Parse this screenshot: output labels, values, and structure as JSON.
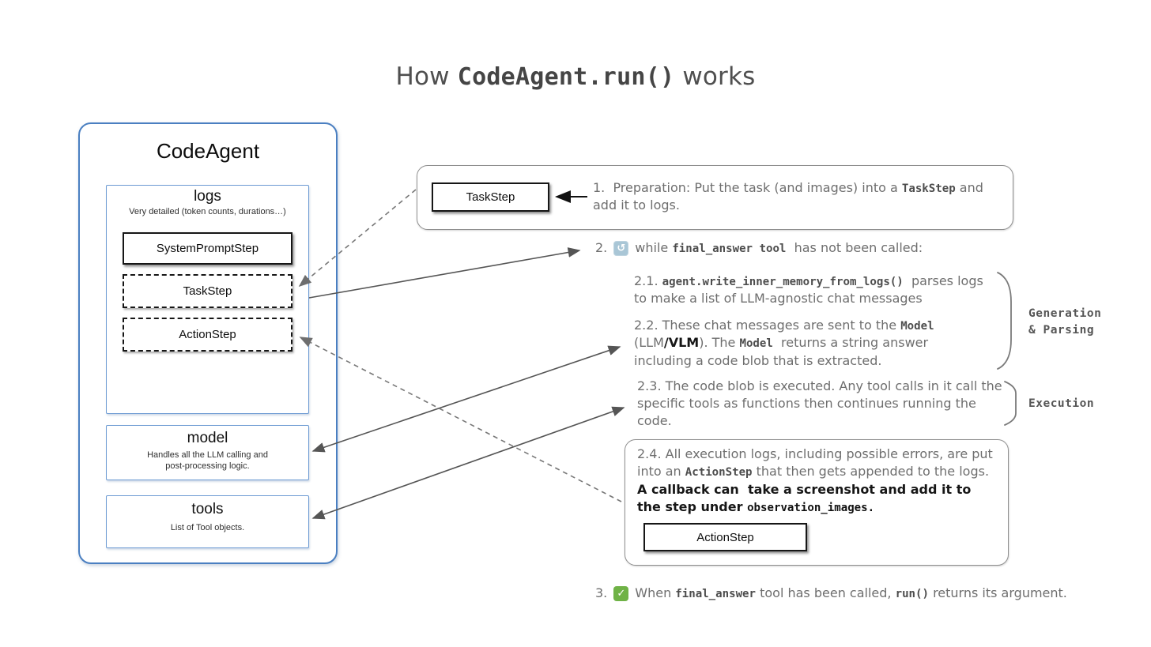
{
  "title": [
    {
      "t": "How ",
      "s": "plain"
    },
    {
      "t": "CodeAgent.run()",
      "s": "code"
    },
    {
      "t": " works",
      "s": "plain"
    }
  ],
  "codeagent": {
    "label": "CodeAgent",
    "logs": {
      "label": "logs",
      "subtitle": "Very detailed (token counts, durations…)",
      "steps": [
        {
          "label": "SystemPromptStep"
        },
        {
          "label": "TaskStep"
        },
        {
          "label": "ActionStep"
        }
      ]
    },
    "model": {
      "label": "model",
      "subtitle": "Handles all the LLM calling and\npost-processing logic."
    },
    "tools": {
      "label": "tools",
      "subtitle": "List of Tool objects."
    }
  },
  "steps": {
    "step1": {
      "chip_label": "TaskStep",
      "text": [
        {
          "t": "1.  Preparation: Put the task (and images) into a ",
          "s": "plain"
        },
        {
          "t": "TaskStep",
          "s": "code"
        },
        {
          "t": " and add it to logs.",
          "s": "plain"
        }
      ]
    },
    "step2": {
      "number": "2.",
      "icon": "loop-refresh",
      "text": [
        {
          "t": "while ",
          "s": "plain"
        },
        {
          "t": "final_answer tool",
          "s": "code"
        },
        {
          "t": "  has not been called:",
          "s": "plain"
        }
      ]
    },
    "step21": [
      {
        "t": "2.1. ",
        "s": "plain"
      },
      {
        "t": "agent.write_inner_memory_from_logs()",
        "s": "code"
      },
      {
        "t": "  parses logs to make a list of LLM-agnostic chat messages",
        "s": "plain"
      }
    ],
    "step22": [
      {
        "t": "2.2. These chat messages are sent to the ",
        "s": "plain"
      },
      {
        "t": "Model",
        "s": "code"
      },
      {
        "t": " (LLM",
        "s": "plain"
      },
      {
        "t": "/VLM",
        "s": "bold"
      },
      {
        "t": "). The ",
        "s": "plain"
      },
      {
        "t": "Model",
        "s": "code"
      },
      {
        "t": "  returns a string answer including a code blob that is extracted.",
        "s": "plain"
      }
    ],
    "step23": [
      {
        "t": "2.3. The code blob is executed. Any tool calls in it call the specific tools as functions then continues running the code.",
        "s": "plain"
      }
    ],
    "step24": {
      "chip_label": "ActionStep",
      "text": [
        {
          "t": "2.4. All execution logs, including possible errors, are put into an ",
          "s": "plain"
        },
        {
          "t": "ActionStep",
          "s": "code"
        },
        {
          "t": " that then gets appended to the logs. ",
          "s": "plain"
        },
        {
          "t": "A callback can  take a screenshot and add it to the step under ",
          "s": "bold"
        },
        {
          "t": "observation_images.",
          "s": "codebold"
        }
      ]
    },
    "step3": {
      "number": "3.",
      "icon": "check-mark",
      "text": [
        {
          "t": "When ",
          "s": "plain"
        },
        {
          "t": "final_answer",
          "s": "code"
        },
        {
          "t": " tool has been called, ",
          "s": "plain"
        },
        {
          "t": "run()",
          "s": "code"
        },
        {
          "t": " returns its argument.",
          "s": "plain"
        }
      ]
    }
  },
  "side_labels": {
    "generation": "Generation\n& Parsing",
    "execution": "Execution"
  },
  "icons": {
    "loop_glyph": "↺",
    "check_glyph": "✓"
  },
  "colors": {
    "outer_blue": "#4a7fc1",
    "inner_blue": "#6d9bd3",
    "loop_icon_bg": "#a9c6d6",
    "check_icon_bg": "#6fb246",
    "body_gray": "#6e6e6e"
  }
}
